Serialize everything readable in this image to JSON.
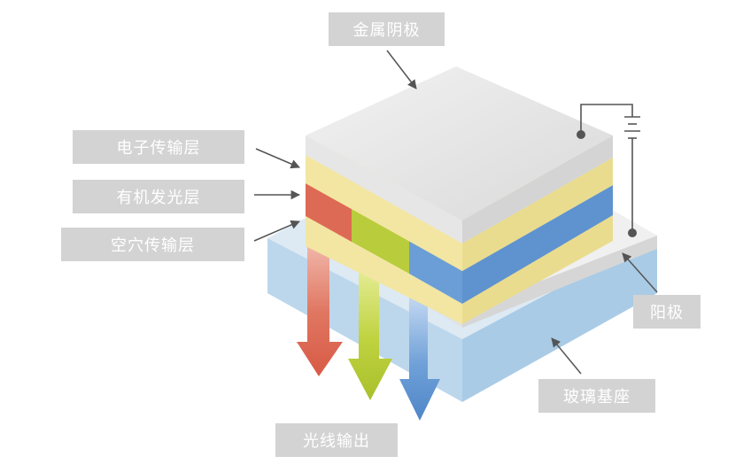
{
  "labels": {
    "cathode": "金属阴极",
    "electron_transport": "电子传输层",
    "emissive": "有机发光层",
    "hole_transport": "空穴传输层",
    "anode": "阳极",
    "glass_substrate": "玻璃基座",
    "light_output": "光线输出"
  },
  "colors": {
    "label_bg": "#d3d3d3",
    "label_text": "#ffffff",
    "cathode": "#e4e4e4",
    "transport_layer": "#f2e6a2",
    "emissive_red": "#dd6a55",
    "emissive_green": "#b9cc3c",
    "emissive_blue": "#6b9ed6",
    "anode": "#e8e8e8",
    "glass": "#bcd7ec"
  },
  "icons": [
    "arrow-icon",
    "battery-icon"
  ]
}
